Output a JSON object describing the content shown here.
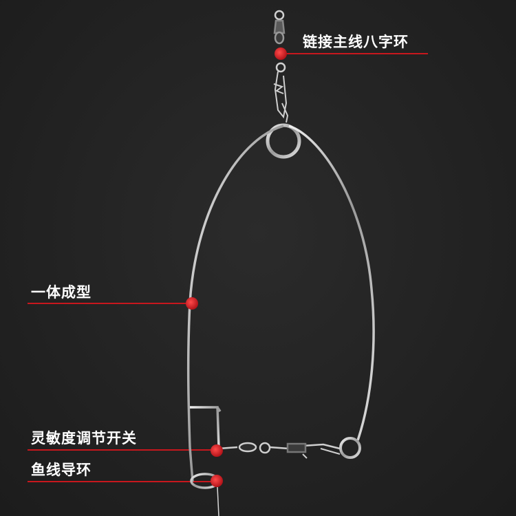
{
  "labels": {
    "swivel": "链接主线八字环",
    "body": "一体成型",
    "sensitivity": "灵敏度调节开关",
    "guide_ring": "鱼线导环"
  },
  "colors": {
    "background": "#232323",
    "accent": "#c8171d",
    "wire": "#c9c9c9",
    "text": "#ffffff"
  }
}
